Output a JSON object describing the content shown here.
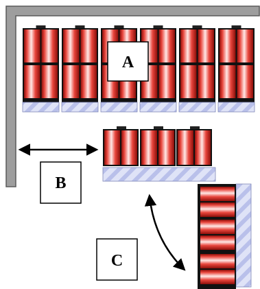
{
  "labels": {
    "a": "A",
    "b": "B",
    "c": "C"
  },
  "colors": {
    "wall": "#9e9e9e",
    "wall_edge": "#5a5a5a",
    "cylinder_main": "#e8453c",
    "cylinder_dark": "#8b0f0a",
    "cylinder_highlight": "#ffe8e6",
    "base_plate": "#dfe3f7",
    "base_stripe": "#b9c0ea",
    "arrow": "#000000"
  },
  "icons": {
    "double_arrow_horizontal": "double-headed-arrow",
    "double_arrow_curved": "curved-double-headed-arrow"
  }
}
